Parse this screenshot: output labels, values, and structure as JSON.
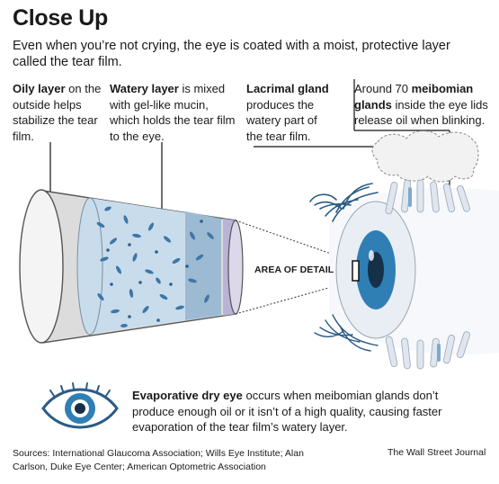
{
  "header": {
    "title": "Close Up",
    "subtitle": "Even when you’re not crying, the eye is coated with a moist, protective layer called the tear film."
  },
  "callouts": {
    "oily": {
      "bold": "Oily layer",
      "rest": " on the outside helps stabilize the tear film."
    },
    "watery": {
      "bold": "Watery layer",
      "rest": " is mixed with gel-like mucin, which holds the tear film to the eye."
    },
    "lacrimal": {
      "bold": "Lacrimal gland",
      "rest": " produces the watery part of the tear film."
    },
    "meibomian": {
      "pre": "Around 70 ",
      "bold": "meibomian glands",
      "rest": " inside the eye lids release oil when blinking."
    }
  },
  "diagram_label": "AREA OF DETAIL",
  "footer_note": {
    "bold": "Evaporative dry eye",
    "rest": " occurs when meibomian glands don’t produce enough oil or it isn’t of a high quality, causing faster evaporation of the tear film’s watery layer."
  },
  "sources": "Sources: International Glaucoma Association; Wills Eye Institute; Alan Carlson, Duke Eye Center; American Optometric Association",
  "credit": "The Wall Street Journal",
  "colors": {
    "iris": "#2f7fb5",
    "pupil": "#15314a",
    "watery_layer": "#c9dcec",
    "mucin_band": "#8fb3d0",
    "lipid_band": "#b9b3d6",
    "dark_text": "#1a1a1a"
  },
  "icons": [
    "eye-icon",
    "eye-illustration",
    "lacrimal-gland-icon"
  ]
}
